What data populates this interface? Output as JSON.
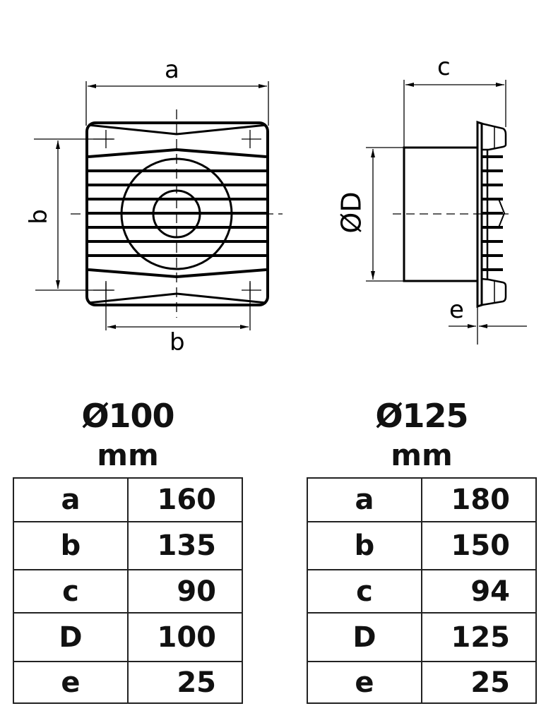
{
  "front_view": {
    "label_top": "a",
    "label_left": "b",
    "label_bottom": "b"
  },
  "side_view": {
    "label_top": "c",
    "label_diameter": "ØD",
    "label_flange": "e"
  },
  "tables": [
    {
      "title": "Ø100",
      "unit": "mm",
      "rows": [
        {
          "key": "a",
          "value": "160"
        },
        {
          "key": "b",
          "value": "135"
        },
        {
          "key": "c",
          "value": "90"
        },
        {
          "key": "D",
          "value": "100"
        },
        {
          "key": "e",
          "value": "25"
        }
      ]
    },
    {
      "title": "Ø125",
      "unit": "mm",
      "rows": [
        {
          "key": "a",
          "value": "180"
        },
        {
          "key": "b",
          "value": "150"
        },
        {
          "key": "c",
          "value": "94"
        },
        {
          "key": "D",
          "value": "125"
        },
        {
          "key": "e",
          "value": "25"
        }
      ]
    }
  ],
  "colors": {
    "line": "#000000",
    "background": "#ffffff"
  }
}
